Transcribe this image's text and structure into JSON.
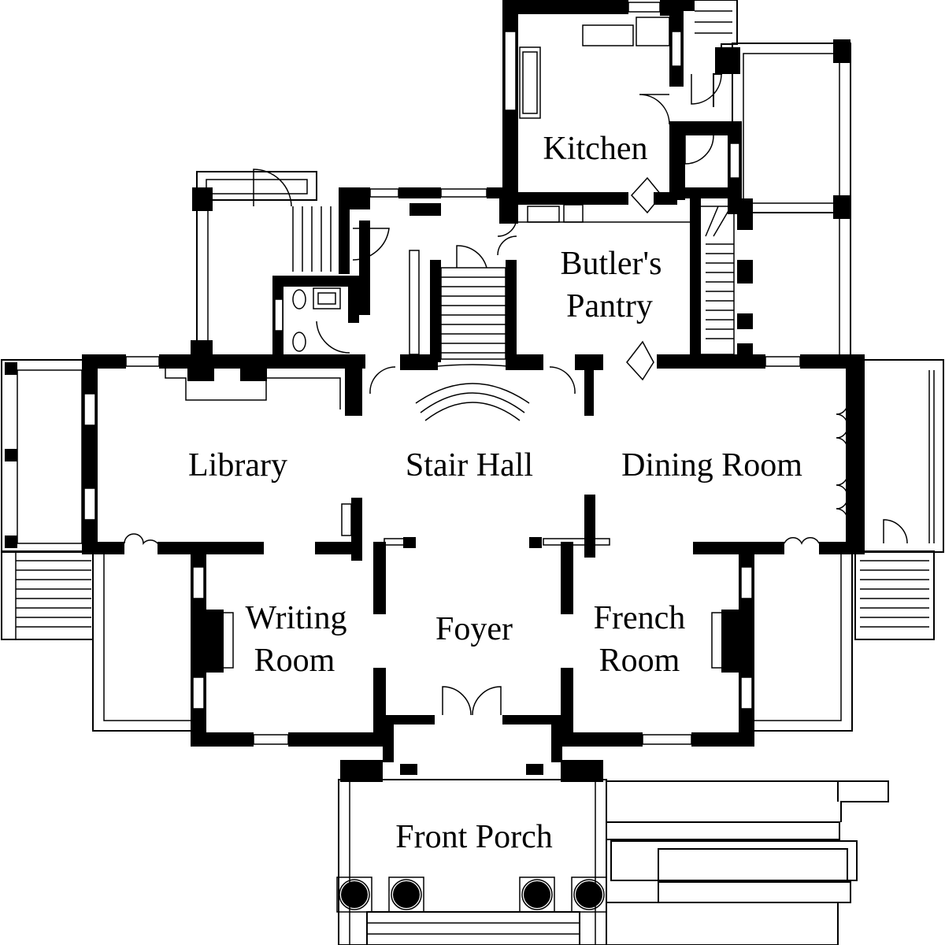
{
  "rooms": {
    "kitchen": "Kitchen",
    "butlers_pantry_line1": "Butler's",
    "butlers_pantry_line2": "Pantry",
    "library": "Library",
    "stair_hall": "Stair Hall",
    "dining_room": "Dining Room",
    "writing_room_line1": "Writing",
    "writing_room_line2": "Room",
    "foyer": "Foyer",
    "french_room_line1": "French",
    "french_room_line2": "Room",
    "front_porch": "Front Porch"
  }
}
